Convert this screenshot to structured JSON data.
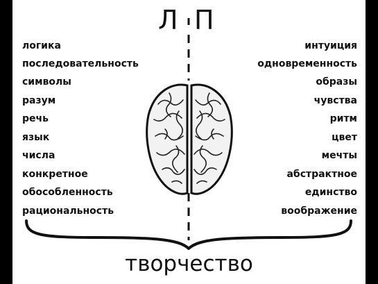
{
  "header": {
    "left_letter": "Л",
    "right_letter": "П"
  },
  "left_hemisphere": {
    "items": [
      "логика",
      "последовательность",
      "символы",
      "разум",
      "речь",
      "язык",
      "числа",
      "конкретное",
      "обособленность",
      "рациональность"
    ]
  },
  "right_hemisphere": {
    "items": [
      "интуиция",
      "одновременность",
      "образы",
      "чувства",
      "ритм",
      "цвет",
      "мечты",
      "абстрактное",
      "единство",
      "воображение"
    ]
  },
  "footer": {
    "result": "творчество"
  },
  "colors": {
    "ink": "#111111",
    "brain_fill": "#f2f2f2",
    "frame": "#000000"
  },
  "icons": {
    "brain": "brain-icon",
    "divider": "dashed-divider",
    "brace": "curly-brace"
  }
}
